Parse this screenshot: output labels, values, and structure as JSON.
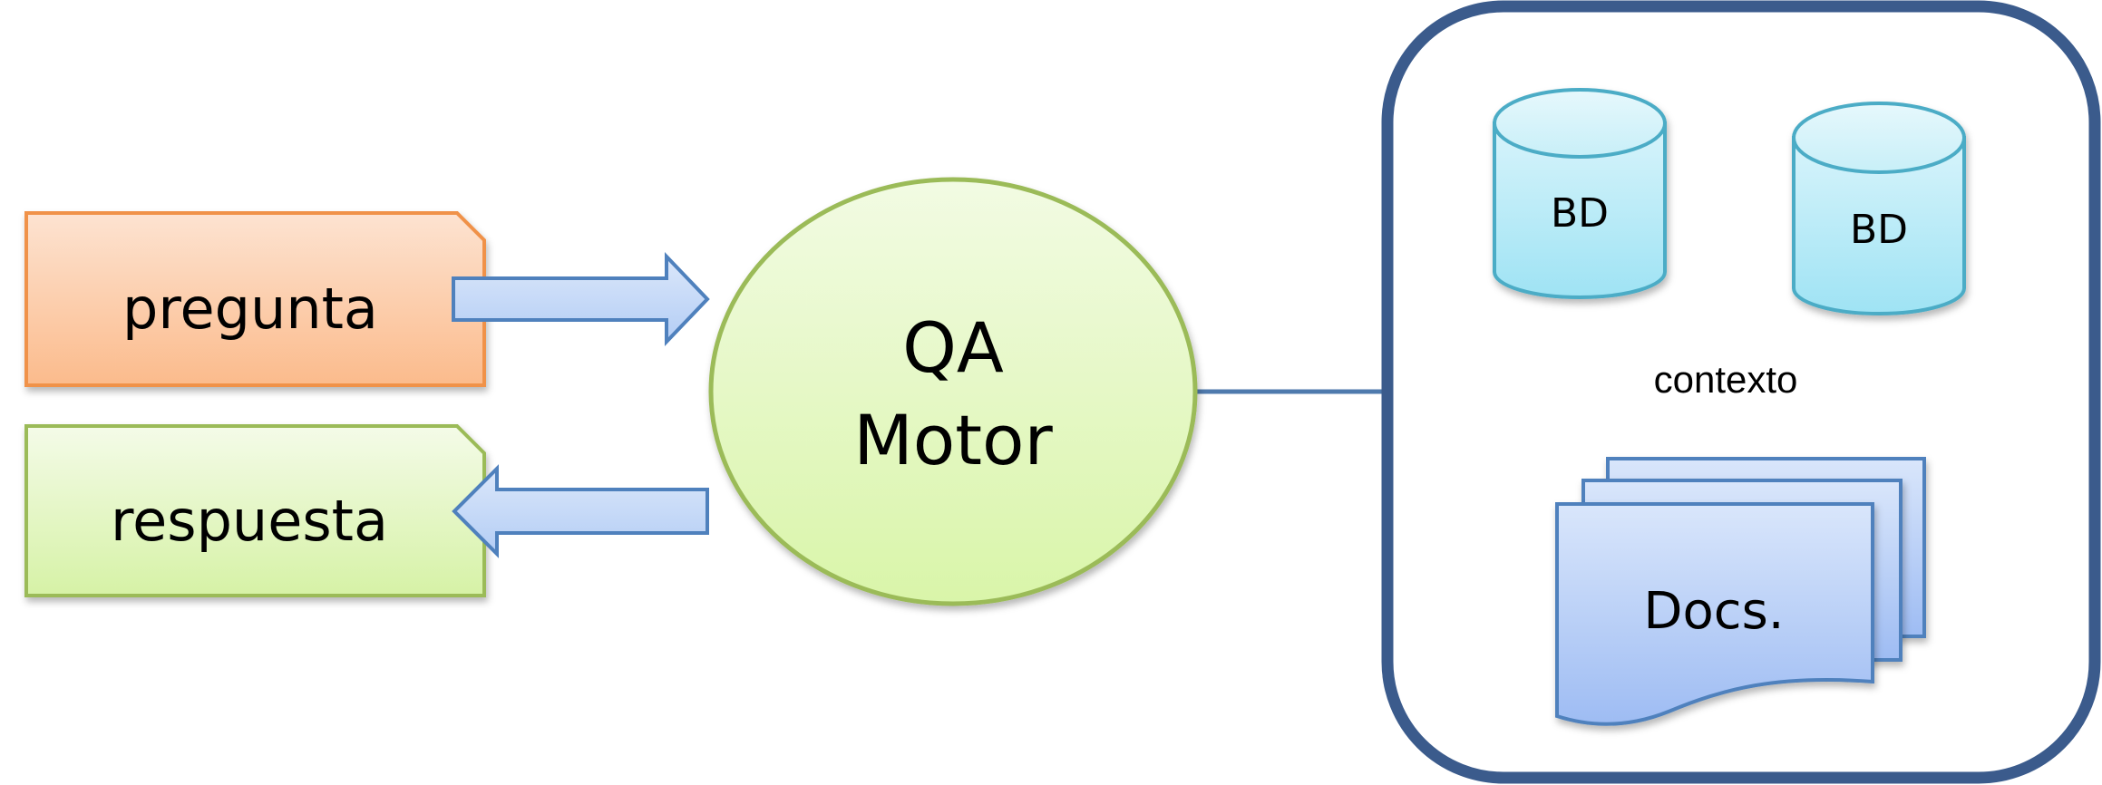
{
  "question_box": {
    "label": "pregunta"
  },
  "answer_box": {
    "label": "respuesta"
  },
  "engine": {
    "line1": "QA",
    "line2": "Motor"
  },
  "context": {
    "label": "contexto",
    "databases": [
      {
        "label": "BD"
      },
      {
        "label": "BD"
      }
    ],
    "documents": {
      "label": "Docs."
    }
  },
  "colors": {
    "question_fill_top": "#fde0cc",
    "question_fill_bottom": "#fbbd8f",
    "question_stroke": "#f0924a",
    "answer_fill_top": "#f3fbe6",
    "answer_fill_bottom": "#d8f3a9",
    "answer_stroke": "#9bbb59",
    "engine_fill": "#e6f8c6",
    "engine_stroke": "#9bbb59",
    "arrow_fill": "#c6d9f7",
    "arrow_stroke": "#4f81bd",
    "db_fill": "#a8e6f5",
    "db_stroke": "#4bacc6",
    "docs_fill": "#a9c4f5",
    "docs_stroke": "#4f81bd",
    "container_stroke": "#3b5b8c"
  }
}
